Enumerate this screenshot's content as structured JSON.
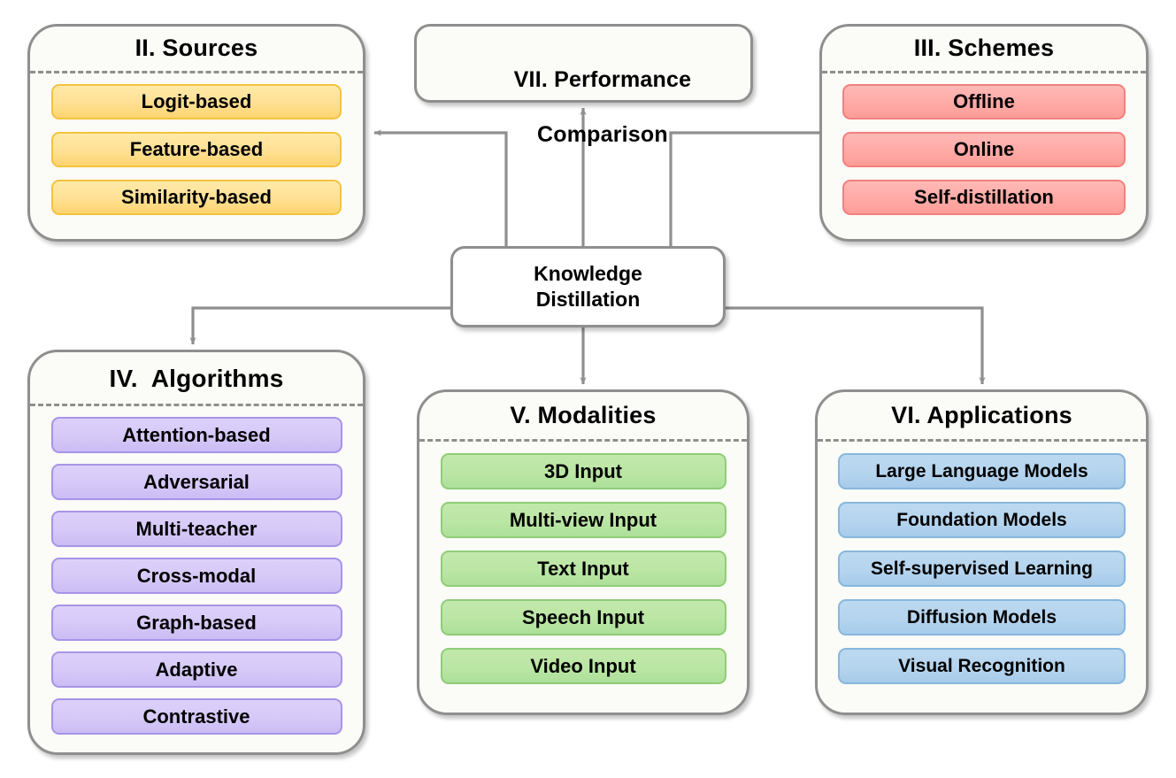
{
  "diagram": {
    "title": "Knowledge Distillation Taxonomy",
    "hub": {
      "line1": "Knowledge",
      "line2": "Distillation"
    },
    "colors": {
      "card_bg": "#fbfbf7",
      "card_border": "#8f8f8f",
      "connector": "#8f8f8f",
      "sources_accent": "#ffd470",
      "schemes_accent": "#ff9d98",
      "algorithms_accent": "#cbbcf4",
      "modalities_accent": "#ade09a",
      "applications_accent": "#a6cbea"
    },
    "cards": {
      "sources": {
        "title": "II. Sources",
        "items": [
          "Logit-based",
          "Feature-based",
          "Similarity-based"
        ]
      },
      "performance": {
        "line1": "VII. Performance",
        "line2": "Comparison"
      },
      "schemes": {
        "title": "III. Schemes",
        "items": [
          "Offline",
          "Online",
          "Self-distillation"
        ]
      },
      "algorithms": {
        "title": "IV.  Algorithms",
        "items": [
          "Attention-based",
          "Adversarial",
          "Multi-teacher",
          "Cross-modal",
          "Graph-based",
          "Adaptive",
          "Contrastive"
        ]
      },
      "modalities": {
        "title": "V. Modalities",
        "items": [
          "3D Input",
          "Multi-view Input",
          "Text Input",
          "Speech Input",
          "Video Input"
        ]
      },
      "applications": {
        "title": "VI. Applications",
        "items": [
          "Large Language Models",
          "Foundation Models",
          "Self-supervised Learning",
          "Diffusion Models",
          "Visual Recognition"
        ]
      }
    },
    "connectors": [
      {
        "from": "Knowledge Distillation",
        "to": "II. Sources",
        "arrow": "left"
      },
      {
        "from": "Knowledge Distillation",
        "to": "III. Schemes",
        "arrow": "right"
      },
      {
        "from": "Knowledge Distillation",
        "to": "VII. Performance Comparison",
        "arrow": "up"
      },
      {
        "from": "Knowledge Distillation",
        "to": "IV.  Algorithms",
        "arrow": "down"
      },
      {
        "from": "Knowledge Distillation",
        "to": "V. Modalities",
        "arrow": "down"
      },
      {
        "from": "Knowledge Distillation",
        "to": "VI. Applications",
        "arrow": "down"
      }
    ]
  }
}
